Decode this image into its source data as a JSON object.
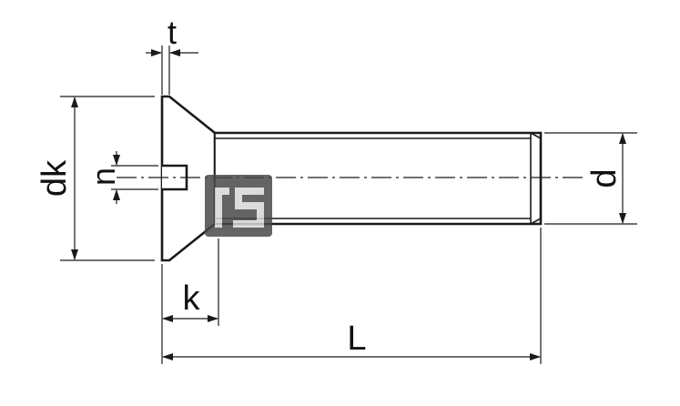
{
  "labels": {
    "t": "t",
    "dk": "dk",
    "n": "n",
    "d": "d",
    "k": "k",
    "L": "L"
  },
  "colors": {
    "line": "#1a1a1a",
    "background": "#ffffff",
    "logo_dark": "#4a4a4a",
    "logo_light": "#d6d6d6"
  }
}
